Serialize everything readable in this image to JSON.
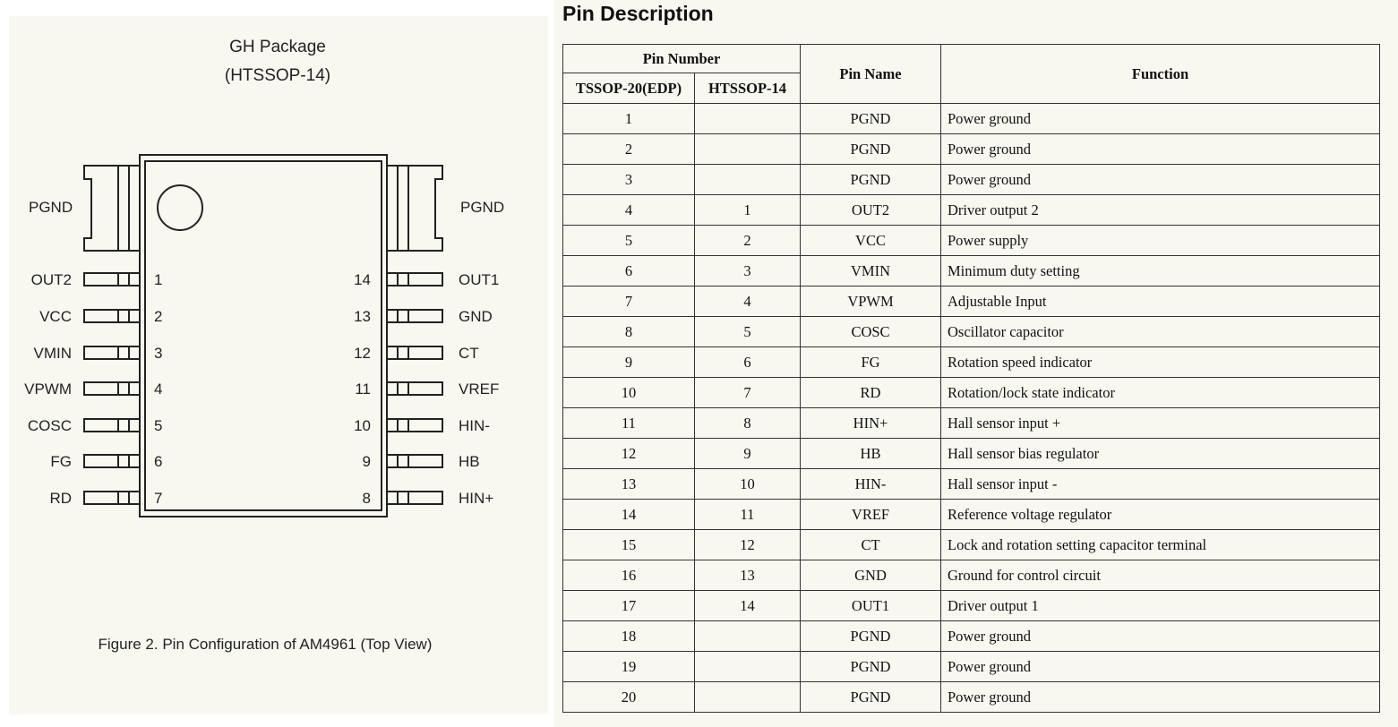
{
  "package": {
    "title": "GH Package",
    "subtitle": "(HTSSOP-14)",
    "caption": "Figure 2. Pin Configuration of AM4961 (Top View)",
    "tab_left_label": "PGND",
    "tab_right_label": "PGND",
    "left_pins": [
      {
        "num": "1",
        "name": "OUT2"
      },
      {
        "num": "2",
        "name": "VCC"
      },
      {
        "num": "3",
        "name": "VMIN"
      },
      {
        "num": "4",
        "name": "VPWM"
      },
      {
        "num": "5",
        "name": "COSC"
      },
      {
        "num": "6",
        "name": "FG"
      },
      {
        "num": "7",
        "name": "RD"
      }
    ],
    "right_pins": [
      {
        "num": "14",
        "name": "OUT1"
      },
      {
        "num": "13",
        "name": "GND"
      },
      {
        "num": "12",
        "name": "CT"
      },
      {
        "num": "11",
        "name": "VREF"
      },
      {
        "num": "10",
        "name": "HIN-"
      },
      {
        "num": "9",
        "name": "HB"
      },
      {
        "num": "8",
        "name": "HIN+"
      }
    ]
  },
  "pin_table": {
    "title": "Pin Description",
    "headers": {
      "pin_number": "Pin Number",
      "tssop": "TSSOP-20(EDP)",
      "htssop": "HTSSOP-14",
      "pin_name": "Pin Name",
      "function": "Function"
    },
    "rows": [
      [
        "1",
        "",
        "PGND",
        "Power ground"
      ],
      [
        "2",
        "",
        "PGND",
        "Power ground"
      ],
      [
        "3",
        "",
        "PGND",
        "Power ground"
      ],
      [
        "4",
        "1",
        "OUT2",
        "Driver output 2"
      ],
      [
        "5",
        "2",
        "VCC",
        "Power supply"
      ],
      [
        "6",
        "3",
        "VMIN",
        "Minimum duty setting"
      ],
      [
        "7",
        "4",
        "VPWM",
        "Adjustable Input"
      ],
      [
        "8",
        "5",
        "COSC",
        "Oscillator capacitor"
      ],
      [
        "9",
        "6",
        "FG",
        "Rotation speed indicator"
      ],
      [
        "10",
        "7",
        "RD",
        "Rotation/lock state indicator"
      ],
      [
        "11",
        "8",
        "HIN+",
        "Hall sensor input +"
      ],
      [
        "12",
        "9",
        "HB",
        "Hall sensor bias regulator"
      ],
      [
        "13",
        "10",
        "HIN-",
        "Hall sensor input -"
      ],
      [
        "14",
        "11",
        "VREF",
        "Reference voltage regulator"
      ],
      [
        "15",
        "12",
        "CT",
        "Lock and rotation setting capacitor terminal"
      ],
      [
        "16",
        "13",
        "GND",
        "Ground for control circuit"
      ],
      [
        "17",
        "14",
        "OUT1",
        "Driver output 1"
      ],
      [
        "18",
        "",
        "PGND",
        "Power ground"
      ],
      [
        "19",
        "",
        "PGND",
        "Power ground"
      ],
      [
        "20",
        "",
        "PGND",
        "Power ground"
      ]
    ]
  }
}
